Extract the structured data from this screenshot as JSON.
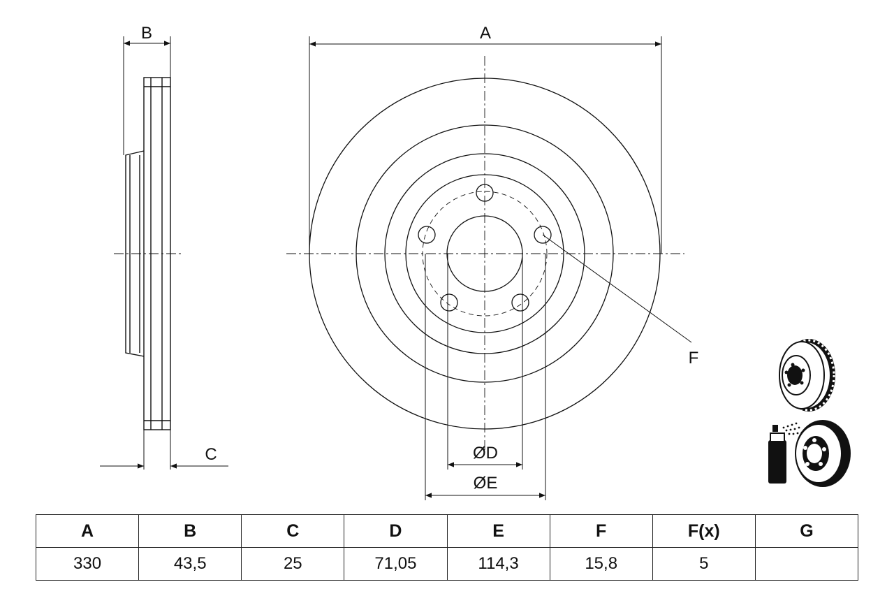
{
  "labels": {
    "a": "A",
    "b": "B",
    "c": "C",
    "d": "ØD",
    "e": "ØE",
    "f": "F"
  },
  "table": {
    "headers": [
      "A",
      "B",
      "C",
      "D",
      "E",
      "F",
      "F(x)",
      "G"
    ],
    "values": [
      "330",
      "43,5",
      "25",
      "71,05",
      "114,3",
      "15,8",
      "5",
      ""
    ]
  },
  "icons": [
    "vented-disc-icon",
    "spray-coating-icon"
  ],
  "colors": {
    "line": "#111111",
    "thin_line": "#333333"
  }
}
